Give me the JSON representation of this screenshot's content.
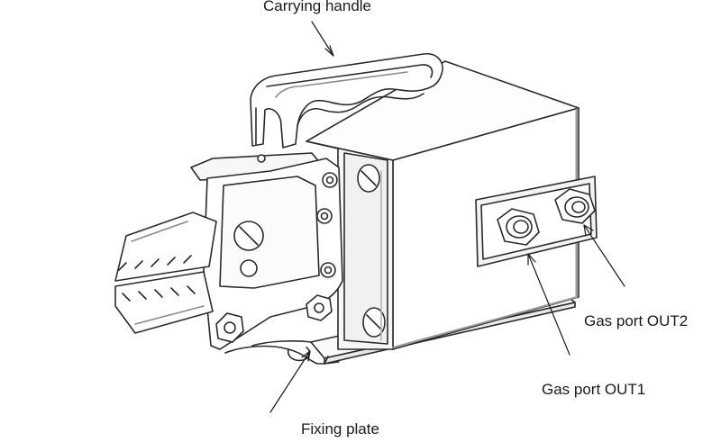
{
  "diagram": {
    "subject": "pneumatic crimping tool line drawing",
    "labels": {
      "carrying_handle": "Carrying handle",
      "gas_port_out2": "Gas port OUT2",
      "gas_port_out1": "Gas port OUT1",
      "fixing_plate": "Fixing plate"
    },
    "colors": {
      "line": "#2b2b2b",
      "shade": "#9a9a9a",
      "text": "#1a1a1a",
      "background": "#ffffff"
    }
  }
}
